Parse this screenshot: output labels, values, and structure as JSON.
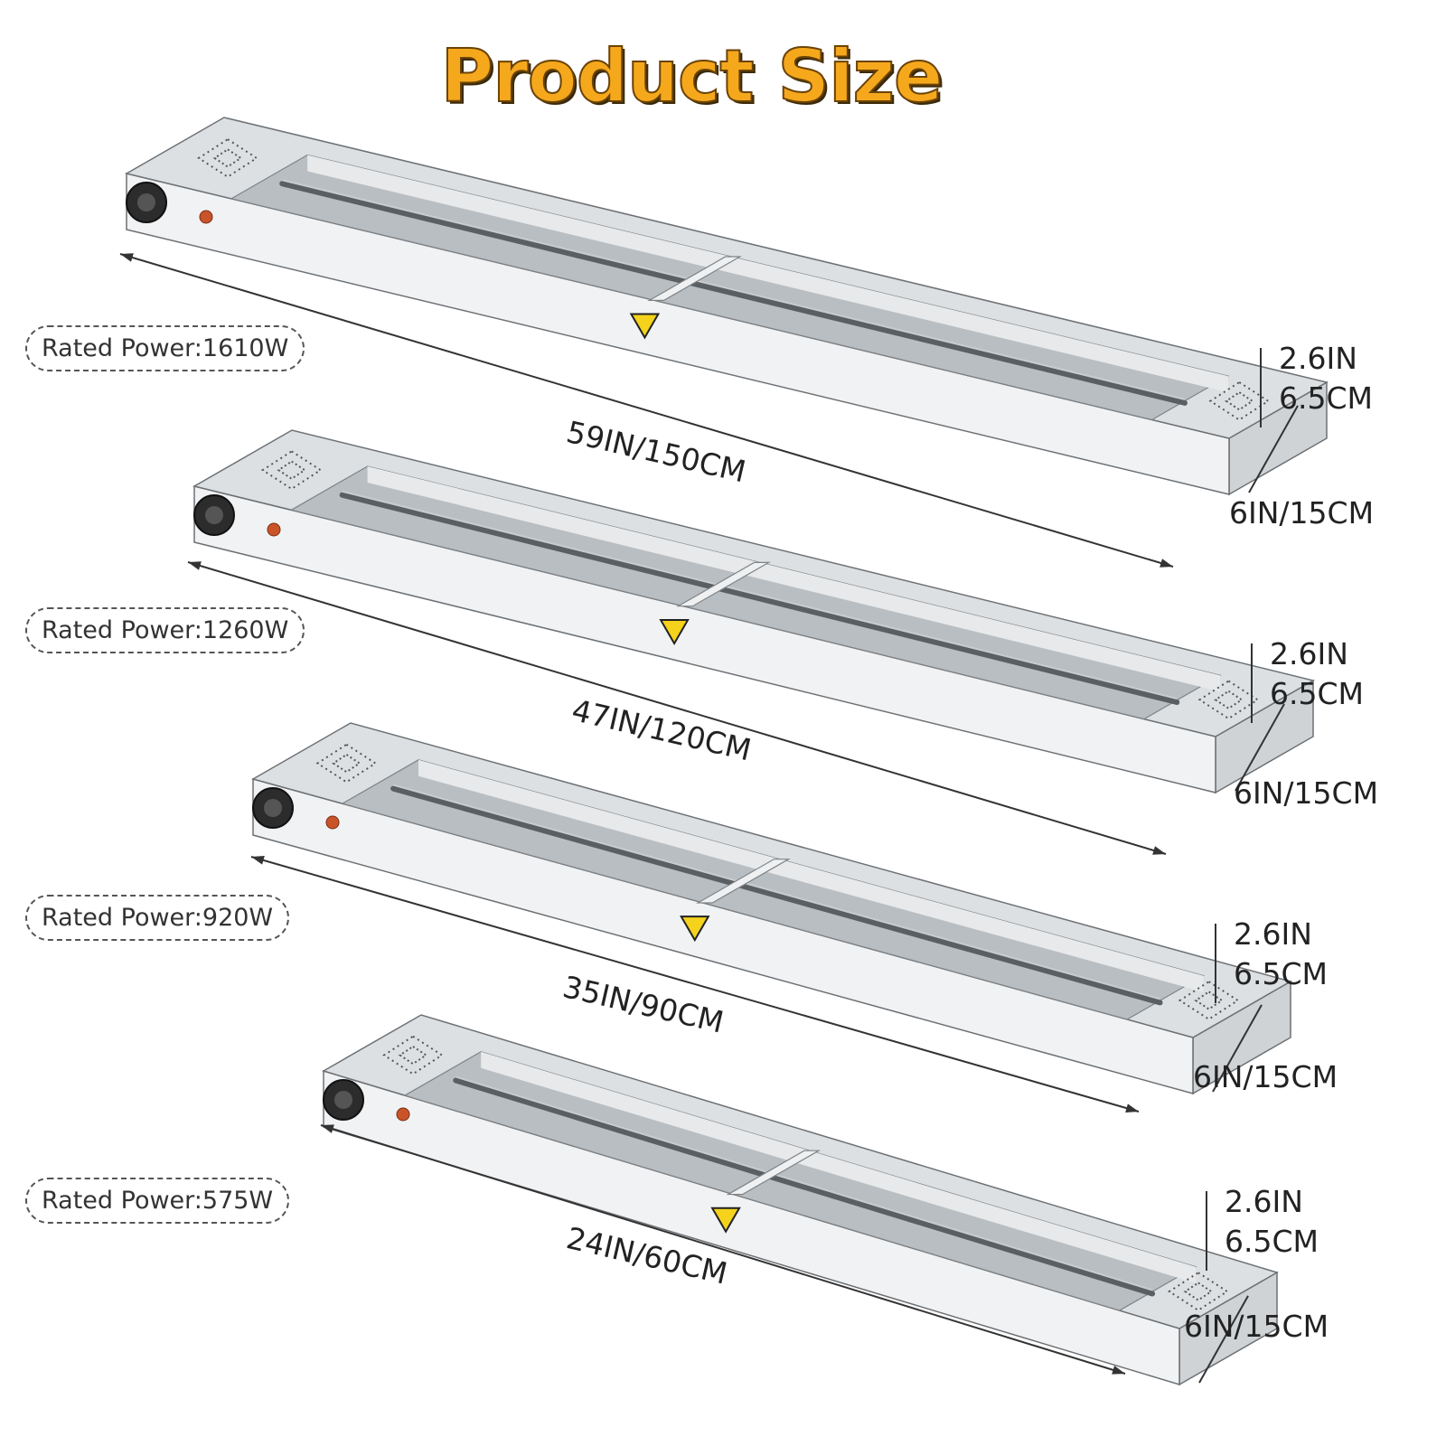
{
  "title": "Product Size",
  "icons": {
    "knob": "thermostat-knob-icon",
    "light": "indicator-light-icon",
    "warning": "electric-warning-icon"
  },
  "colors": {
    "title_fill": "#f6a81c",
    "title_stroke": "#6a4306",
    "warning_yellow": "#f5d21c",
    "indicator": "#c9542a"
  },
  "products": [
    {
      "power": "Rated Power:1610W",
      "length": "59IN/150CM",
      "height_in": "2.6IN",
      "height_cm": "6.5CM",
      "depth": "6IN/15CM"
    },
    {
      "power": "Rated Power:1260W",
      "length": "47IN/120CM",
      "height_in": "2.6IN",
      "height_cm": "6.5CM",
      "depth": "6IN/15CM"
    },
    {
      "power": "Rated Power:920W",
      "length": "35IN/90CM",
      "height_in": "2.6IN",
      "height_cm": "6.5CM",
      "depth": "6IN/15CM"
    },
    {
      "power": "Rated Power:575W",
      "length": "24IN/60CM",
      "height_in": "2.6IN",
      "height_cm": "6.5CM",
      "depth": "6IN/15CM"
    }
  ]
}
